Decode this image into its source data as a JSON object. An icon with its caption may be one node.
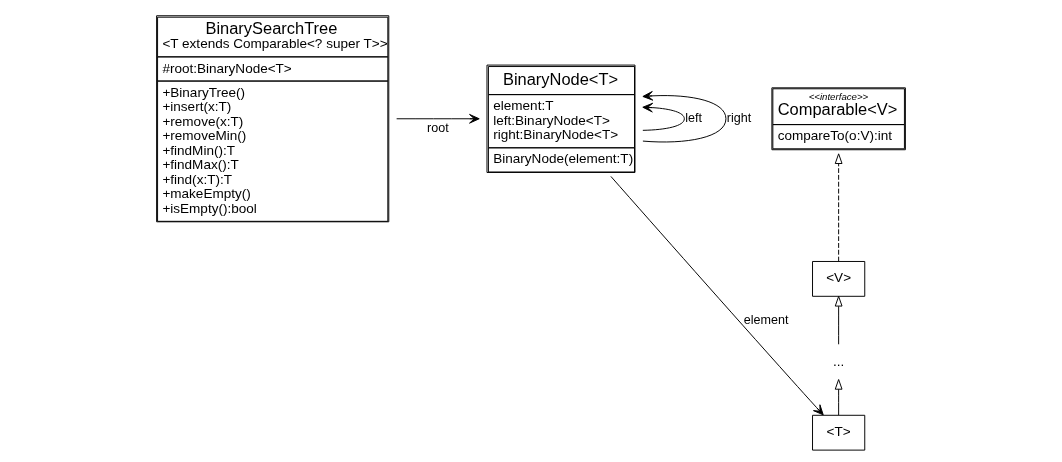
{
  "diagram": {
    "nodes": [
      {
        "text": [
          "BinarySearchTree",
          "<T extends Comparable<? super T>>",
          "#root:BinaryNode<T>",
          "+BinaryTree()",
          "+insert(x:T)",
          "+remove(x:T)",
          "+removeMin()",
          "+findMin():T",
          "+findMax():T",
          "+find(x:T):T",
          "+makeEmpty()",
          "+isEmpty():bool"
        ]
      },
      {
        "text": [
          "BinaryNode<T>",
          "element:T",
          "left:BinaryNode<T>",
          "right:BinaryNode<T>",
          "BinaryNode(element:T)"
        ]
      },
      {
        "text": [
          "<<interface>>",
          "Comparable<V>",
          "compareTo(o:V):int"
        ]
      },
      {
        "text": [
          "<V>"
        ]
      },
      {
        "text": [
          "..."
        ]
      },
      {
        "text": [
          "<T>"
        ]
      }
    ],
    "edges": [
      {
        "from": 0,
        "to": 1,
        "arrow": "to",
        "label": "root"
      },
      {
        "from": 1,
        "to": 1,
        "arrow": "to",
        "label": "left"
      },
      {
        "from": 1,
        "to": 1,
        "arrow": "to",
        "label": "right"
      },
      {
        "from": 1,
        "to": 5,
        "arrow": "to",
        "label": "element"
      },
      {
        "from": 3,
        "to": 2,
        "arrow": "to",
        "style": "dashed"
      },
      {
        "from": 4,
        "to": 3,
        "arrow": "to"
      },
      {
        "from": 5,
        "to": 4,
        "arrow": "to"
      }
    ]
  }
}
